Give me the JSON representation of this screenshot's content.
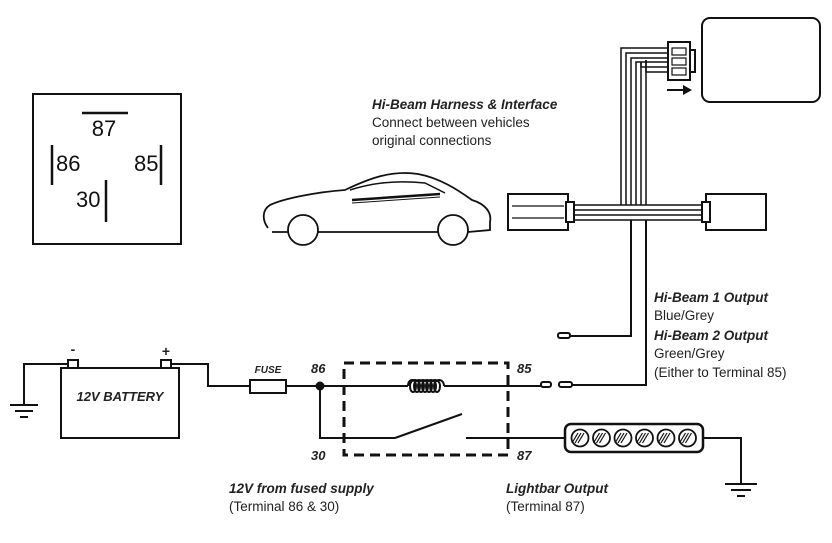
{
  "relay_symbol": {
    "pin_87": "87",
    "pin_86": "86",
    "pin_85": "85",
    "pin_30": "30"
  },
  "harness": {
    "title": "Hi-Beam Harness & Interface",
    "line1": "Connect between vehicles",
    "line2": "original connections"
  },
  "outputs": {
    "hb1_title": "Hi-Beam 1 Output",
    "hb1_color": "Blue/Grey",
    "hb2_title": "Hi-Beam 2 Output",
    "hb2_color": "Green/Grey",
    "note": "(Either to Terminal 85)"
  },
  "battery": {
    "label": "12V BATTERY",
    "neg": "-",
    "pos": "+"
  },
  "fuse": {
    "label": "FUSE"
  },
  "relay": {
    "t86": "86",
    "t85": "85",
    "t30": "30",
    "t87": "87"
  },
  "supply": {
    "title": "12V from fused supply",
    "sub": "(Terminal 86 & 30)"
  },
  "lightbar": {
    "title": "Lightbar Output",
    "sub": "(Terminal 87)"
  }
}
